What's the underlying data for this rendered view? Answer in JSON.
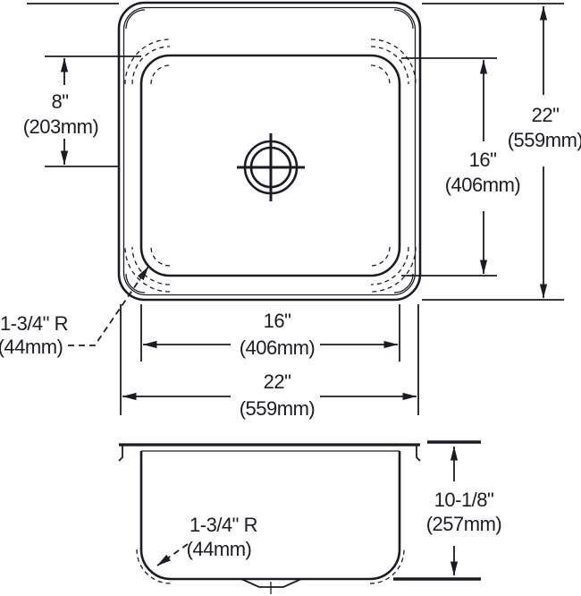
{
  "page": {
    "background": "#ffffff",
    "line_color": "#1b1b26",
    "description": "Technical specification drawing of a square single-bowl sink, plan view and section view with dimensions"
  },
  "top_view": {
    "dims": {
      "drain_offset": {
        "in": "8\"",
        "mm": "(203mm)"
      },
      "bowl_height": {
        "in": "16\"",
        "mm": "(406mm)"
      },
      "overall_height": {
        "in": "22\"",
        "mm": "(559mm)"
      },
      "bowl_width": {
        "in": "16\"",
        "mm": "(406mm)"
      },
      "overall_width": {
        "in": "22\"",
        "mm": "(559mm)"
      },
      "corner_radius": {
        "line1": "1-3/4\" R",
        "line2": "(44mm)"
      }
    }
  },
  "side_view": {
    "dims": {
      "depth": {
        "in": "10-1/8\"",
        "mm": "(257mm)"
      },
      "bottom_radius": {
        "line1": "1-3/4\" R",
        "line2": "(44mm)"
      }
    }
  }
}
